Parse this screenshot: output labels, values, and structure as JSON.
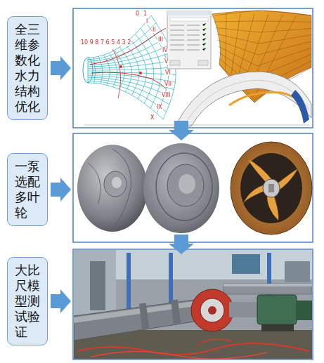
{
  "diagram": {
    "nodes": [
      {
        "text": [
          "全三维参数化水力结构优化"
        ]
      },
      {
        "text": [
          "一泵选配多叶轮"
        ]
      },
      {
        "text": [
          "大比尺模型测试验证"
        ]
      }
    ],
    "labels": [
      "0",
      "1",
      "I",
      "II",
      "III",
      "IV",
      "V",
      "VI",
      "VII",
      "VIII",
      "IX",
      "X",
      "10 9 8 7 6 5 4 3 2"
    ]
  }
}
